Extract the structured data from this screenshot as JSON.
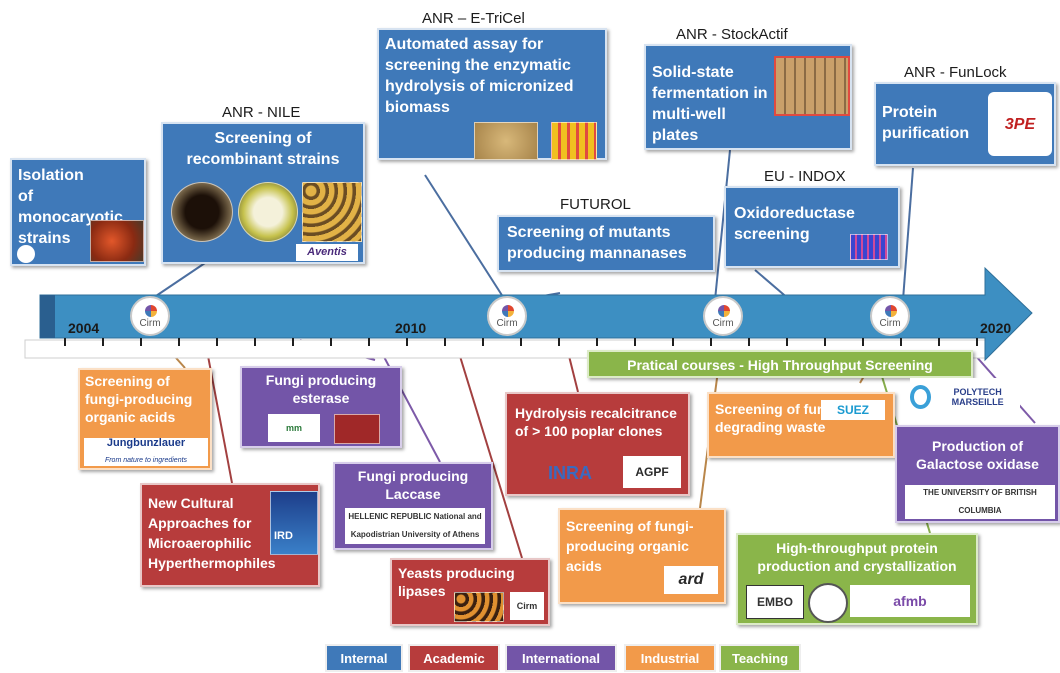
{
  "timeline": {
    "years": [
      "2004",
      "2010",
      "2020"
    ],
    "cirm_label": "Cirm"
  },
  "top": {
    "monocaryotic": {
      "text": "Isolation of monocaryotic strains"
    },
    "nile": {
      "header": "ANR - NILE",
      "text": "Screening of recombinant strains",
      "logo": "Aventis"
    },
    "etricel": {
      "header": "ANR – E-TriCel",
      "text": "Automated assay for screening the enzymatic hydrolysis of micronized biomass"
    },
    "futurol": {
      "header": "FUTUROL",
      "text": "Screening of mutants producing mannanases"
    },
    "stockactif": {
      "header": "ANR - StockActif",
      "text": "Solid-state fermentation in multi-well plates"
    },
    "indox": {
      "header": "EU - INDOX",
      "text": "Oxidoreductase screening"
    },
    "funlock": {
      "header": "ANR - FunLock",
      "text": "Protein purification",
      "logo": "3PE"
    }
  },
  "bottom": {
    "organic1": {
      "text": "Screening of fungi-producing organic acids",
      "logo": "Jungbunzlauer",
      "tagline": "From nature to ingredients"
    },
    "esterase": {
      "text": "Fungi producing esterase"
    },
    "cultural": {
      "text": "New Cultural Approaches for Microaerophilic Hyperthermophiles",
      "logo": "IRD"
    },
    "laccase": {
      "text": "Fungi producing Laccase",
      "logo": "HELLENIC REPUBLIC National and Kapodistrian University of Athens"
    },
    "lipases": {
      "text": "Yeasts producing lipases",
      "logo": "Cirm"
    },
    "poplar": {
      "text": "Hydrolysis recalcitrance of > 100 poplar clones",
      "logo1": "INRA",
      "logo2": "AGPF"
    },
    "organic2": {
      "text": "Screening of fungi-producing organic acids",
      "logo": "ard"
    },
    "teaching": {
      "text": "Pratical courses - High Throughput Screening",
      "logo": "POLYTECH MARSEILLE"
    },
    "waste": {
      "text": "Screening of fungi-degrading waste",
      "logo": "SUEZ"
    },
    "galactose": {
      "text": "Production of Galactose oxidase",
      "logo": "THE UNIVERSITY OF BRITISH COLUMBIA"
    },
    "crystal": {
      "text": "High-throughput protein production and crystallization",
      "logo1": "EMBO",
      "logo2": "afmb"
    }
  },
  "legend": [
    "Internal",
    "Academic",
    "International",
    "Industrial",
    "Teaching"
  ],
  "colors": {
    "internal": "#3f79b9",
    "academic": "#b73c3c",
    "international": "#7355a8",
    "industrial": "#f29a4a",
    "teaching": "#8ab54a",
    "arrow": "#3d8fc2"
  }
}
